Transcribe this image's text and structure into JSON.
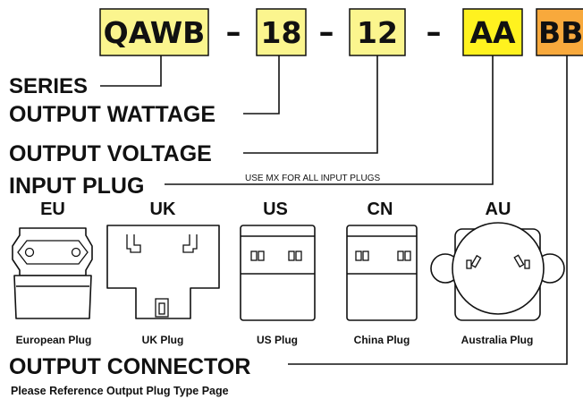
{
  "part_number": {
    "segments": [
      {
        "code": "QAWB",
        "color": "#fbf58e"
      },
      {
        "code": "18",
        "color": "#fbf58e"
      },
      {
        "code": "12",
        "color": "#fbf58e"
      },
      {
        "code": "AA",
        "color": "#fff21f"
      },
      {
        "code": "BB",
        "color": "#f8a93c"
      }
    ],
    "separator": "–"
  },
  "labels": {
    "series": "SERIES",
    "output_wattage": "OUTPUT WATTAGE",
    "output_voltage": "OUTPUT VOLTAGE",
    "input_plug": "INPUT PLUG",
    "input_plug_note": "USE MX FOR ALL INPUT PLUGS",
    "output_connector": "OUTPUT CONNECTOR",
    "output_connector_note": "Please Reference Output Plug Type Page"
  },
  "plugs": [
    {
      "code": "EU",
      "name": "European Plug",
      "icon": "eu-plug-icon"
    },
    {
      "code": "UK",
      "name": "UK Plug",
      "icon": "uk-plug-icon"
    },
    {
      "code": "US",
      "name": "US Plug",
      "icon": "us-plug-icon"
    },
    {
      "code": "CN",
      "name": "China Plug",
      "icon": "cn-plug-icon"
    },
    {
      "code": "AU",
      "name": "Australia Plug",
      "icon": "au-plug-icon"
    }
  ]
}
